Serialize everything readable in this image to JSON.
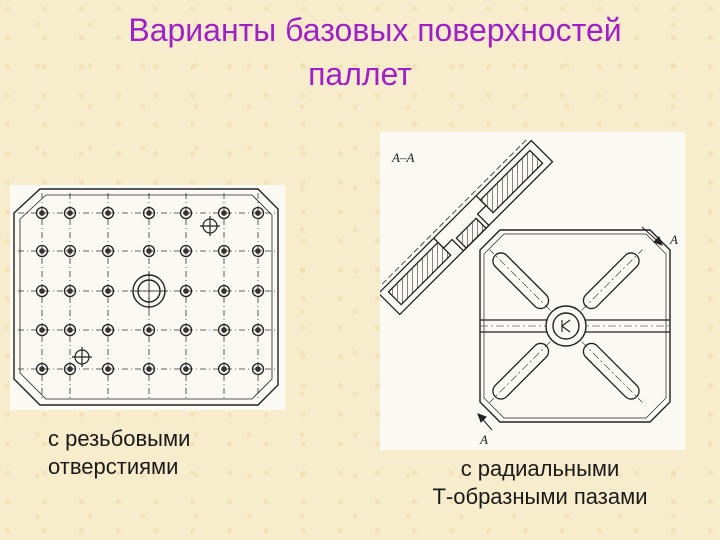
{
  "title": {
    "line1": "Варианты базовых поверхностей",
    "line2": "паллет"
  },
  "left_figure": {
    "caption_line1": "с резьбовыми",
    "caption_line2": "отверстиями"
  },
  "right_figure": {
    "section_label": "А–А",
    "arrow_label_top": "А",
    "arrow_label_bottom": "А",
    "caption_line1": "с радиальными",
    "caption_line2": "Т-образными пазами"
  },
  "colors": {
    "title": "#a020c8",
    "background": "#f7eccb",
    "drawing": "#222222"
  }
}
